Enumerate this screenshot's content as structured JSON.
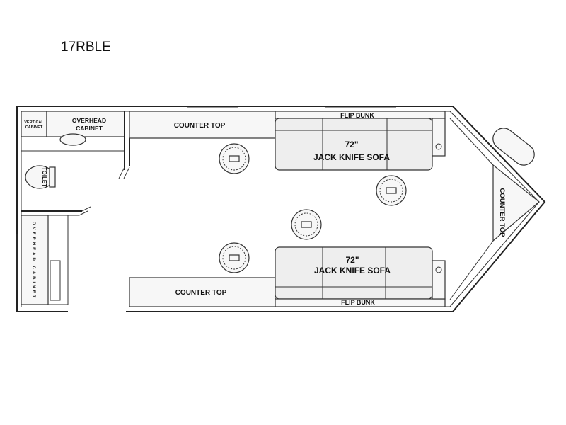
{
  "title": "17RBLE",
  "labels": {
    "vertical_cabinet_line1": "VERTICAL",
    "vertical_cabinet_line2": "CABINET",
    "overhead_cabinet_line1": "OVERHEAD",
    "overhead_cabinet_line2": "CABINET",
    "counter_top_top": "COUNTER TOP",
    "flip_bunk_top": "FLIP BUNK",
    "sofa_top_size": "72\"",
    "sofa_top_name": "JACK KNIFE SOFA",
    "toilet": "TOILET",
    "counter_top_front": "COUNTER TOP",
    "overhead_cabinet_vertical": "OVERHEAD CABINET",
    "counter_top_bottom": "COUNTER TOP",
    "sofa_bottom_size": "72\"",
    "sofa_bottom_name": "JACK KNIFE SOFA",
    "flip_bunk_bottom": "FLIP BUNK"
  }
}
